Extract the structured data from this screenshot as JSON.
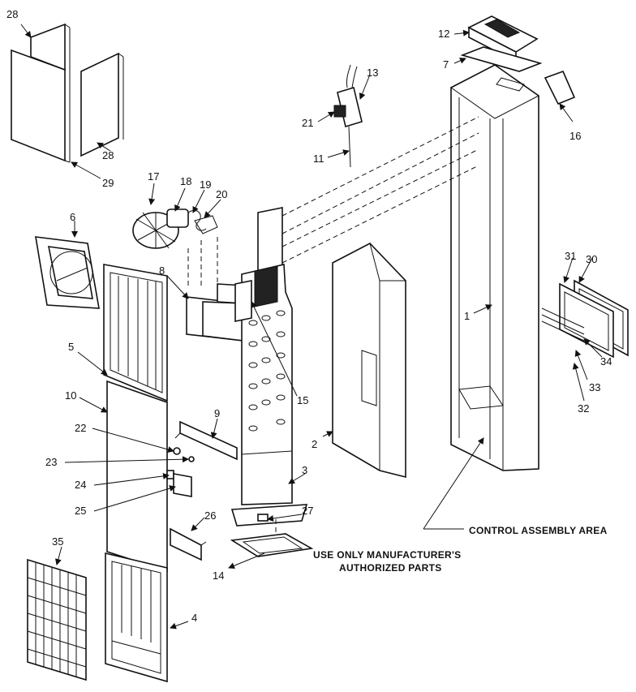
{
  "labels": {
    "p1": "1",
    "p2": "2",
    "p3": "3",
    "p4": "4",
    "p5": "5",
    "p6": "6",
    "p7": "7",
    "p8": "8",
    "p9": "9",
    "p10": "10",
    "p11": "11",
    "p12": "12",
    "p13": "13",
    "p14": "14",
    "p15": "15",
    "p16": "16",
    "p17": "17",
    "p18": "18",
    "p19": "19",
    "p20": "20",
    "p21": "21",
    "p22": "22",
    "p23": "23",
    "p24": "24",
    "p25": "25",
    "p26": "26",
    "p27": "27",
    "p28a": "28",
    "p28b": "28",
    "p29": "29",
    "p30": "30",
    "p31": "31",
    "p32": "32",
    "p33": "33",
    "p34": "34",
    "p35": "35"
  },
  "notes": {
    "control_area": "CONTROL ASSEMBLY AREA",
    "authorized_line1": "USE ONLY MANUFACTURER'S",
    "authorized_line2": "AUTHORIZED PARTS"
  }
}
